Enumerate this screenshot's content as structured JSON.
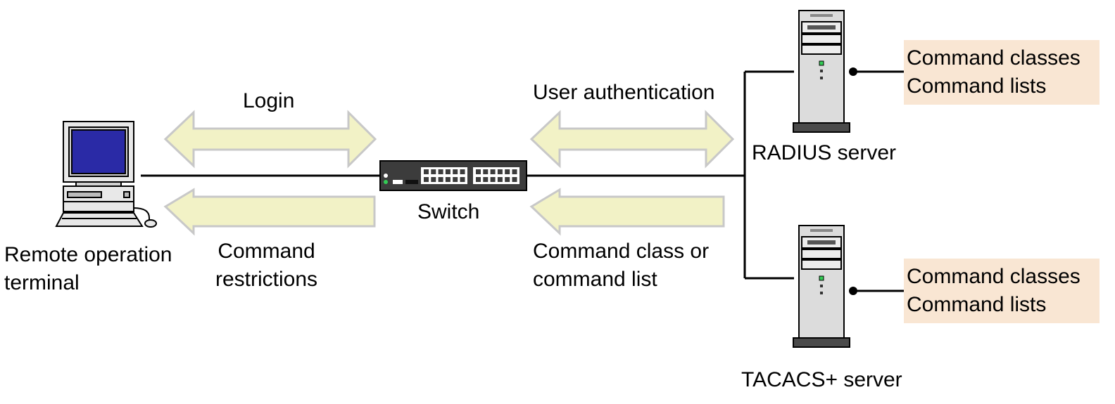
{
  "colors": {
    "arrow_fill": "#f2f2c6",
    "arrow_stroke": "#c8c8c8",
    "note_fill": "#f9e6d3",
    "server_fill": "#dcdcdc",
    "screen_fill": "#2a2aa6",
    "led_green": "#33cc55",
    "switch_body": "#3c3c3c"
  },
  "labels": {
    "login": "Login",
    "command_restrictions": [
      "Command",
      "restrictions"
    ],
    "user_authentication": "User authentication",
    "command_class_or_list": [
      "Command class or",
      "command list"
    ],
    "switch": "Switch",
    "terminal": [
      "Remote operation",
      "terminal"
    ],
    "radius_server": "RADIUS server",
    "tacacs_server": "TACACS+ server"
  },
  "notes": {
    "radius": [
      "Command classes",
      "Command lists"
    ],
    "tacacs": [
      "Command classes",
      "Command lists"
    ]
  },
  "icons": {
    "terminal": "computer-terminal-icon",
    "switch": "network-switch-icon",
    "server": "tower-server-icon"
  }
}
